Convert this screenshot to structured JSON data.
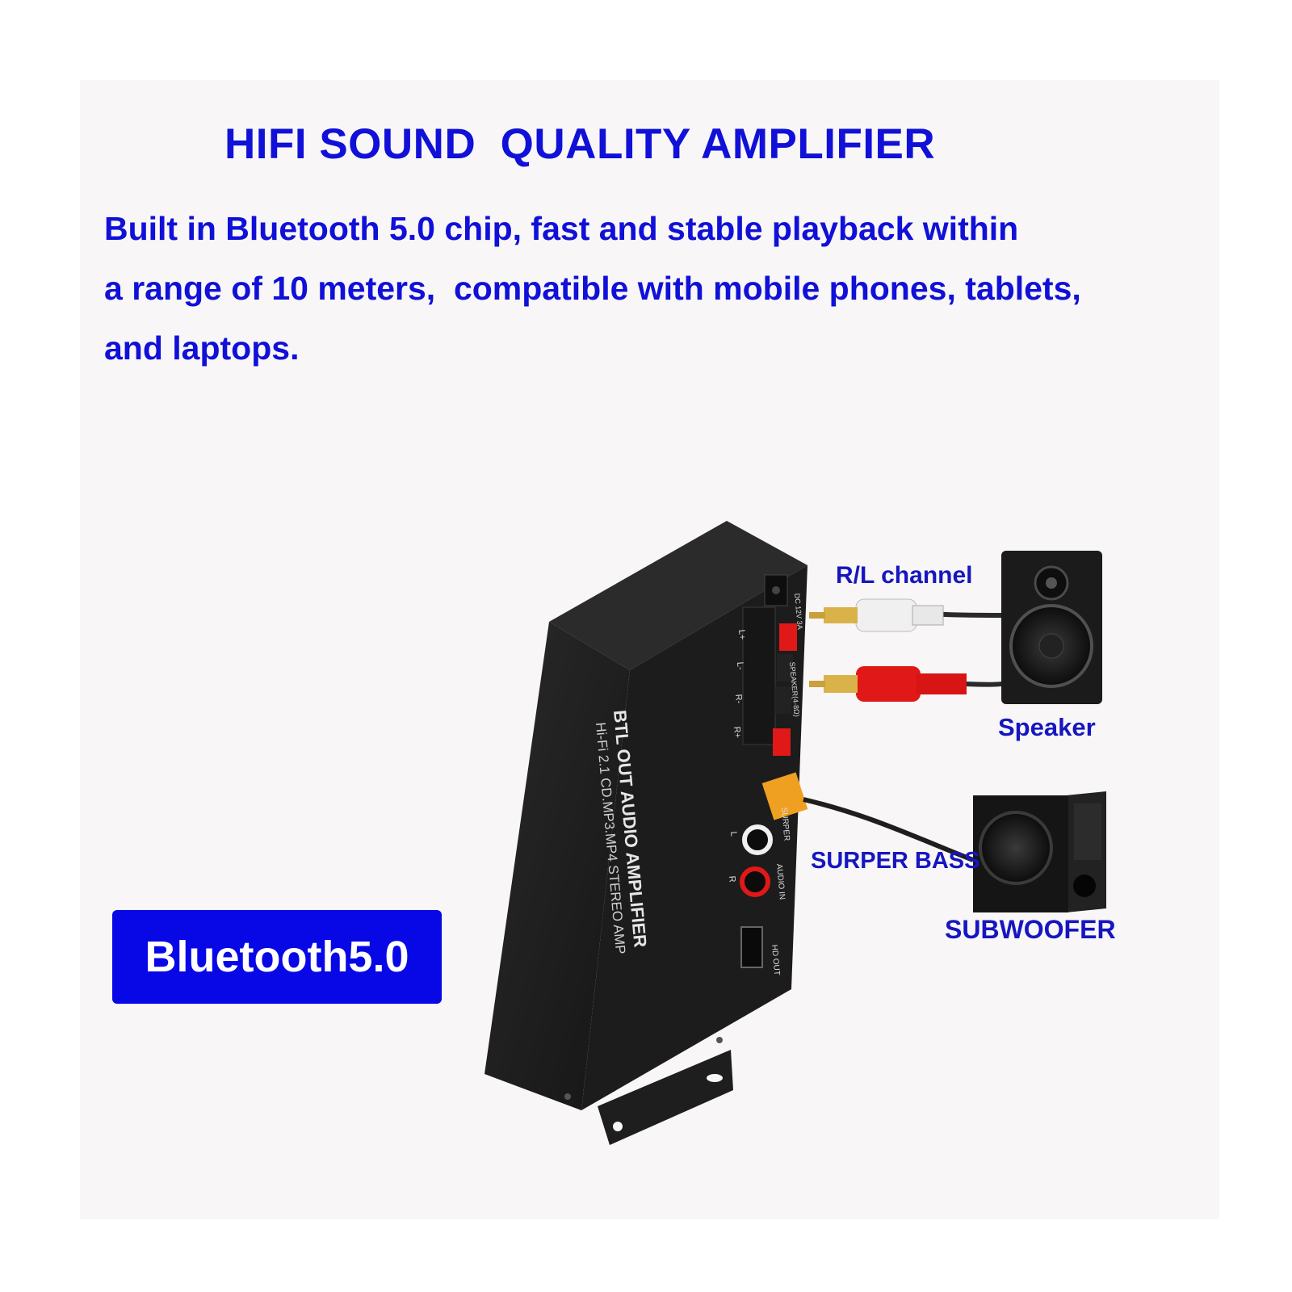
{
  "headline": "HIFI SOUND  QUALITY AMPLIFIER",
  "description_lines": [
    "Built in Bluetooth 5.0 chip, fast and stable playback within",
    "a range of 10 meters,  compatible with mobile phones, tablets,",
    "and laptops."
  ],
  "badge": "Bluetooth5.0",
  "callouts": {
    "rl_channel": "R/L channel",
    "speaker": "Speaker",
    "surper_bass": "SURPER BASS",
    "subwoofer": "SUBWOOFER"
  },
  "device": {
    "title": "BTL OUT AUDIO AMPLIFIER",
    "subtitle": "Hi-Fi 2.1 CD.MP3.MP4 STEREO AMP",
    "jack_labels": [
      "L+",
      "L-",
      "R-",
      "R+"
    ],
    "input_labels": [
      "L",
      "R"
    ],
    "audio_in": "AUDIO IN",
    "hd_out": "HD OUT",
    "surper": "SURPER",
    "dc": "DC 12V 3A",
    "speaker_label": "SPEAKER(4-8Ω)"
  },
  "colors": {
    "text_blue": "#1010d8",
    "badge_blue": "#0808e6",
    "device_black": "#1c1c1c",
    "rca_red": "#e01818",
    "rca_white": "#f0f0f0",
    "terminal_orange": "#f0a020"
  }
}
